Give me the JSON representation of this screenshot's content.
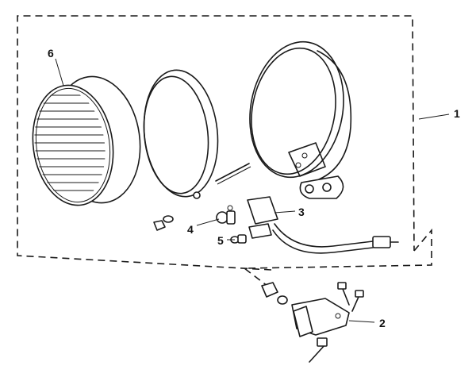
{
  "callouts": {
    "assembly": "1",
    "bracket": "2",
    "socket_harness": "3",
    "bulb": "4",
    "pilot_bulb": "5",
    "lens": "6"
  }
}
